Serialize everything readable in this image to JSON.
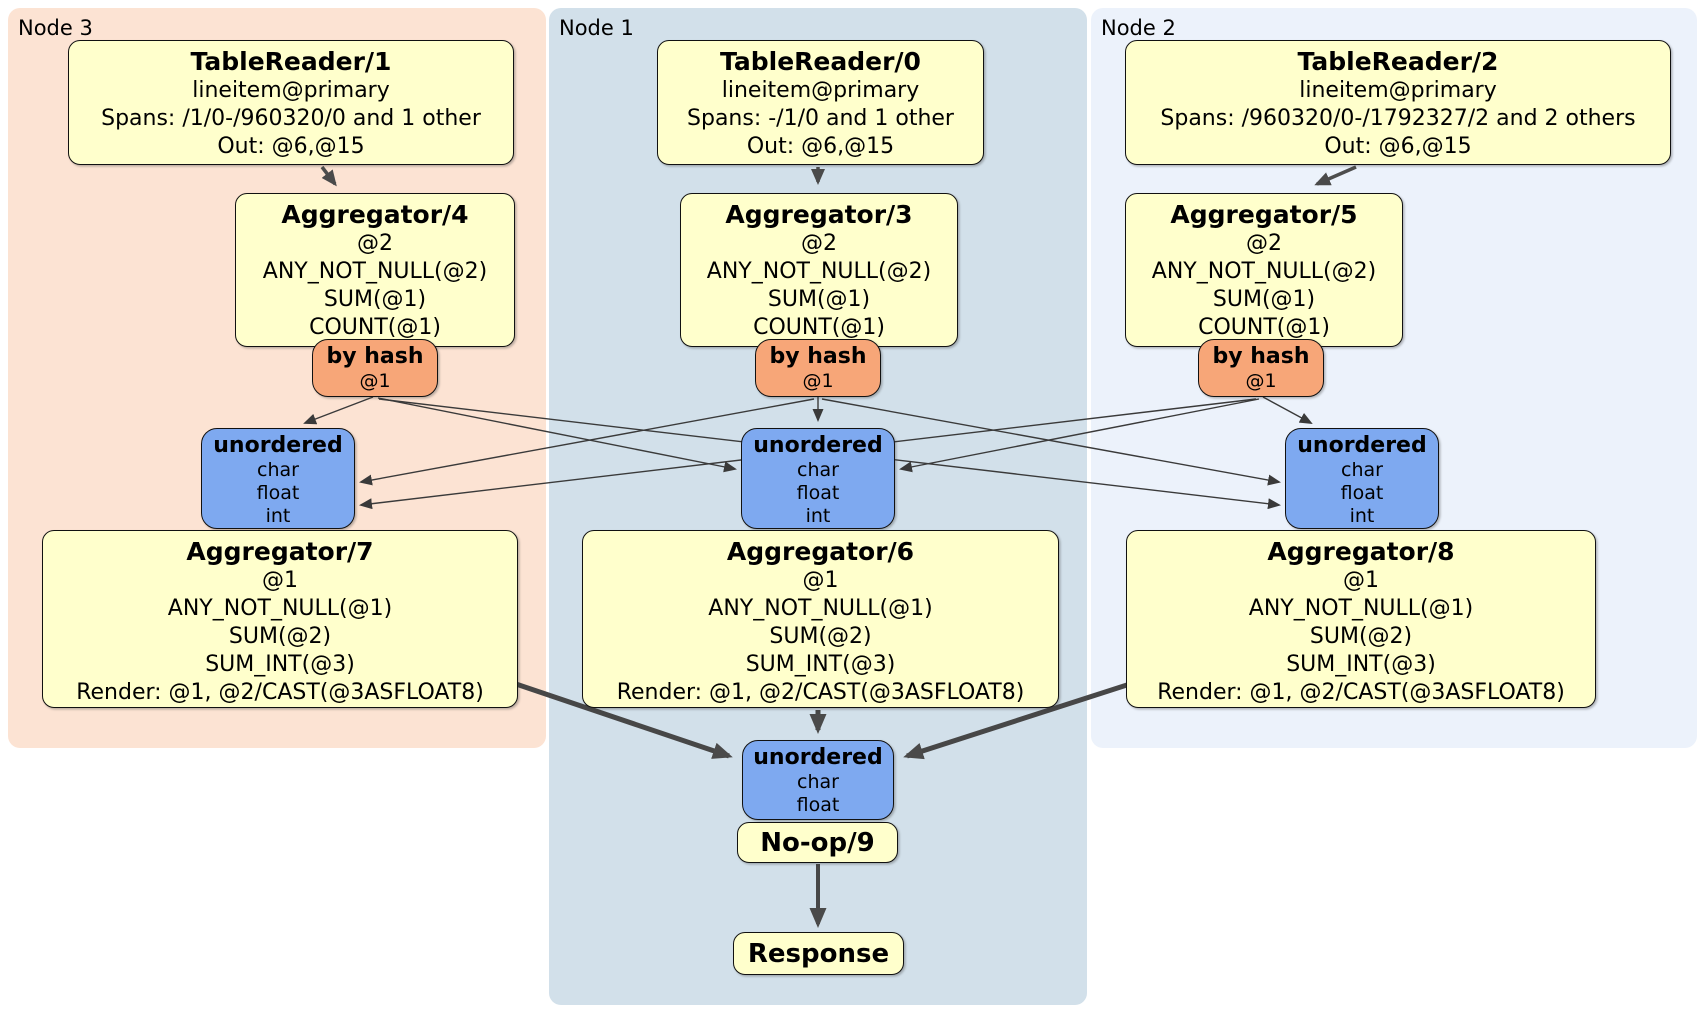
{
  "panels": {
    "node3": {
      "label": "Node 3"
    },
    "node1": {
      "label": "Node 1"
    },
    "node2": {
      "label": "Node 2"
    }
  },
  "node3": {
    "table_reader": {
      "title": "TableReader/1",
      "index": "lineitem@primary",
      "spans": "Spans: /1/0-/960320/0 and 1 other",
      "out": "Out: @6,@15"
    },
    "agg_top": {
      "title": "Aggregator/4",
      "line1": "@2",
      "line2": "ANY_NOT_NULL(@2)",
      "line3": "SUM(@1)",
      "line4": "COUNT(@1)"
    },
    "router": {
      "title": "by hash",
      "key": "@1"
    },
    "sync": {
      "title": "unordered",
      "type1": "char",
      "type2": "float",
      "type3": "int"
    },
    "agg_bottom": {
      "title": "Aggregator/7",
      "line1": "@1",
      "line2": "ANY_NOT_NULL(@1)",
      "line3": "SUM(@2)",
      "line4": "SUM_INT(@3)",
      "line5": "Render: @1, @2/CAST(@3ASFLOAT8)"
    }
  },
  "node1": {
    "table_reader": {
      "title": "TableReader/0",
      "index": "lineitem@primary",
      "spans": "Spans: -/1/0 and 1 other",
      "out": "Out: @6,@15"
    },
    "agg_top": {
      "title": "Aggregator/3",
      "line1": "@2",
      "line2": "ANY_NOT_NULL(@2)",
      "line3": "SUM(@1)",
      "line4": "COUNT(@1)"
    },
    "router": {
      "title": "by hash",
      "key": "@1"
    },
    "sync": {
      "title": "unordered",
      "type1": "char",
      "type2": "float",
      "type3": "int"
    },
    "agg_bottom": {
      "title": "Aggregator/6",
      "line1": "@1",
      "line2": "ANY_NOT_NULL(@1)",
      "line3": "SUM(@2)",
      "line4": "SUM_INT(@3)",
      "line5": "Render: @1, @2/CAST(@3ASFLOAT8)"
    },
    "sync_final": {
      "title": "unordered",
      "type1": "char",
      "type2": "float"
    },
    "noop": {
      "title": "No-op/9"
    },
    "response": {
      "title": "Response"
    }
  },
  "node2": {
    "table_reader": {
      "title": "TableReader/2",
      "index": "lineitem@primary",
      "spans": "Spans: /960320/0-/1792327/2 and 2 others",
      "out": "Out: @6,@15"
    },
    "agg_top": {
      "title": "Aggregator/5",
      "line1": "@2",
      "line2": "ANY_NOT_NULL(@2)",
      "line3": "SUM(@1)",
      "line4": "COUNT(@1)"
    },
    "router": {
      "title": "by hash",
      "key": "@1"
    },
    "sync": {
      "title": "unordered",
      "type1": "char",
      "type2": "float",
      "type3": "int"
    },
    "agg_bottom": {
      "title": "Aggregator/8",
      "line1": "@1",
      "line2": "ANY_NOT_NULL(@1)",
      "line3": "SUM(@2)",
      "line4": "SUM_INT(@3)",
      "line5": "Render: @1, @2/CAST(@3ASFLOAT8)"
    }
  },
  "colors": {
    "panel_node3_bg": "#fce3d3",
    "panel_node1_bg": "#d2e0ea",
    "panel_node2_bg": "#ecf2fb",
    "processor_box_bg": "#ffffcc",
    "router_bg": "#f7a678",
    "sync_bg": "#7ea9f0",
    "edge": "#474747",
    "text": "#000000"
  }
}
